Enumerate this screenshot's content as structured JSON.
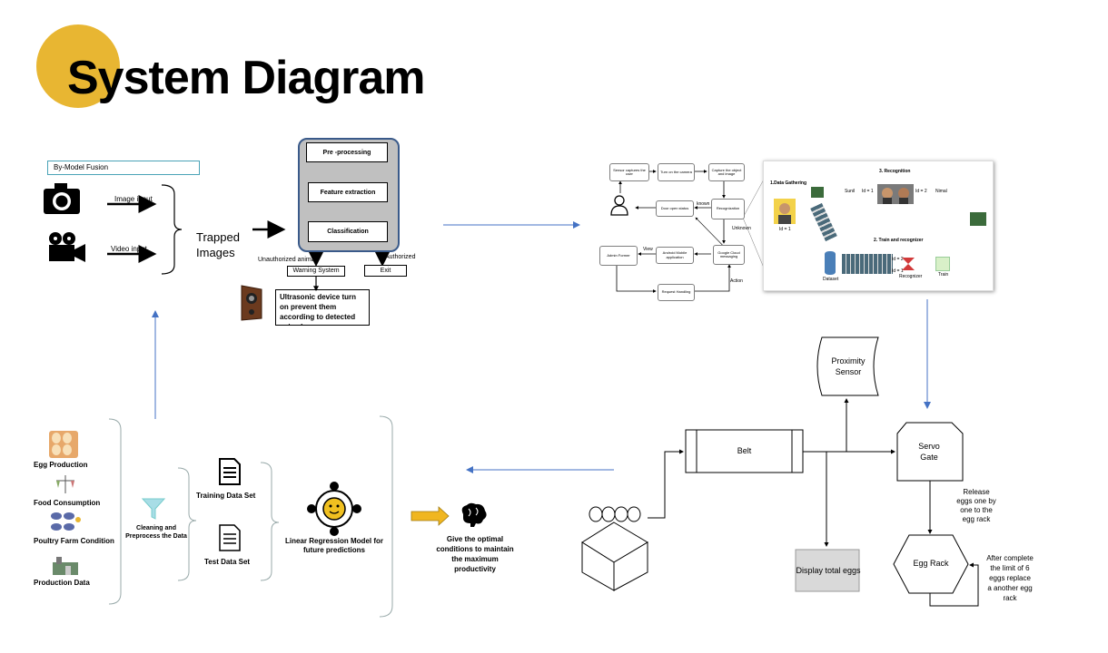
{
  "title": "System Diagram",
  "fusion_label": "By-Model Fusion",
  "image_input": "Image input",
  "video_input": "Video input",
  "trapped_images": "Trapped Images",
  "preprocessing": "Pre -processing",
  "feature_extraction": "Feature extraction",
  "classification": "Classification",
  "unauthorized_animal": "Unauthorized animal",
  "authorized": "Authorized",
  "warning_system": "Warning System",
  "exit": "Exit",
  "ultrasonic": "Ultrasonic device turn on prevent them according to detected animal",
  "flow": {
    "sensor": "Sensor captures the user",
    "turn_on": "Turn on the camera",
    "capture": "Capture the object and image",
    "recognization": "Recognization",
    "door_open": "Door open status",
    "known": "known",
    "unknown": "Unknown",
    "google_cloud": "Google Cloud messaging",
    "android": "Android Mobile application",
    "admin": "Admin Former",
    "view": "View",
    "request": "Request Handling",
    "action": "Action"
  },
  "recog": {
    "data_gathering": "1.Data Gathering",
    "recognition": "3. Recognition",
    "train": "2. Train and recognizer",
    "id1": "Id = 1",
    "sunil": "Sunil",
    "id1b": "Id = 1",
    "id2": "Id = 2",
    "nimal": "Nimal",
    "id2b": "Id = 2",
    "id1c": "Id = 1",
    "dataset": "Dataset",
    "recognizer": "Recognizer",
    "trainer": "Train"
  },
  "left_inputs": [
    "Egg Production",
    "Food Consumption",
    "Poultry Farm Condition",
    "Production Data"
  ],
  "cleaning": "Cleaning and Preprocess the Data",
  "training_set": "Training Data Set",
  "test_set": "Test Data Set",
  "lr_model": "Linear Regression Model for future predictions",
  "optimal": "Give the optimal conditions to maintain the maximum productivity",
  "belt": "Belt",
  "proximity": "Proximity Sensor",
  "servo": "Servo Gate",
  "release": "Release eggs one by one to the egg rack",
  "egg_rack": "Egg Rack",
  "display_eggs": "Display  total eggs",
  "after_limit": "After complete the limit of 6 eggs replace a another egg rack",
  "colors": {
    "accent": "#e8b632",
    "arrow_blue": "#4472c4",
    "pipeline_bg": "#c0c0c0",
    "pipeline_border": "#3a5a8a"
  }
}
